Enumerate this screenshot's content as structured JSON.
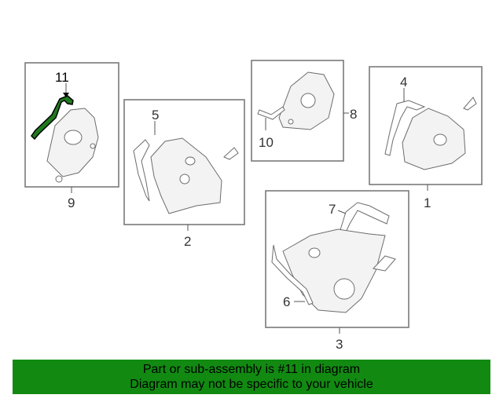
{
  "callouts": {
    "c1": "1",
    "c2": "2",
    "c3": "3",
    "c4": "4",
    "c5": "5",
    "c6": "6",
    "c7": "7",
    "c8": "8",
    "c9": "9",
    "c10": "10",
    "c11": "11"
  },
  "footer": {
    "line1": "Part or sub-assembly is #11 in diagram",
    "line2": "Diagram may not be specific to your vehicle"
  },
  "colors": {
    "highlight": "#1f7a1f",
    "footer_bg": "#128a12"
  }
}
